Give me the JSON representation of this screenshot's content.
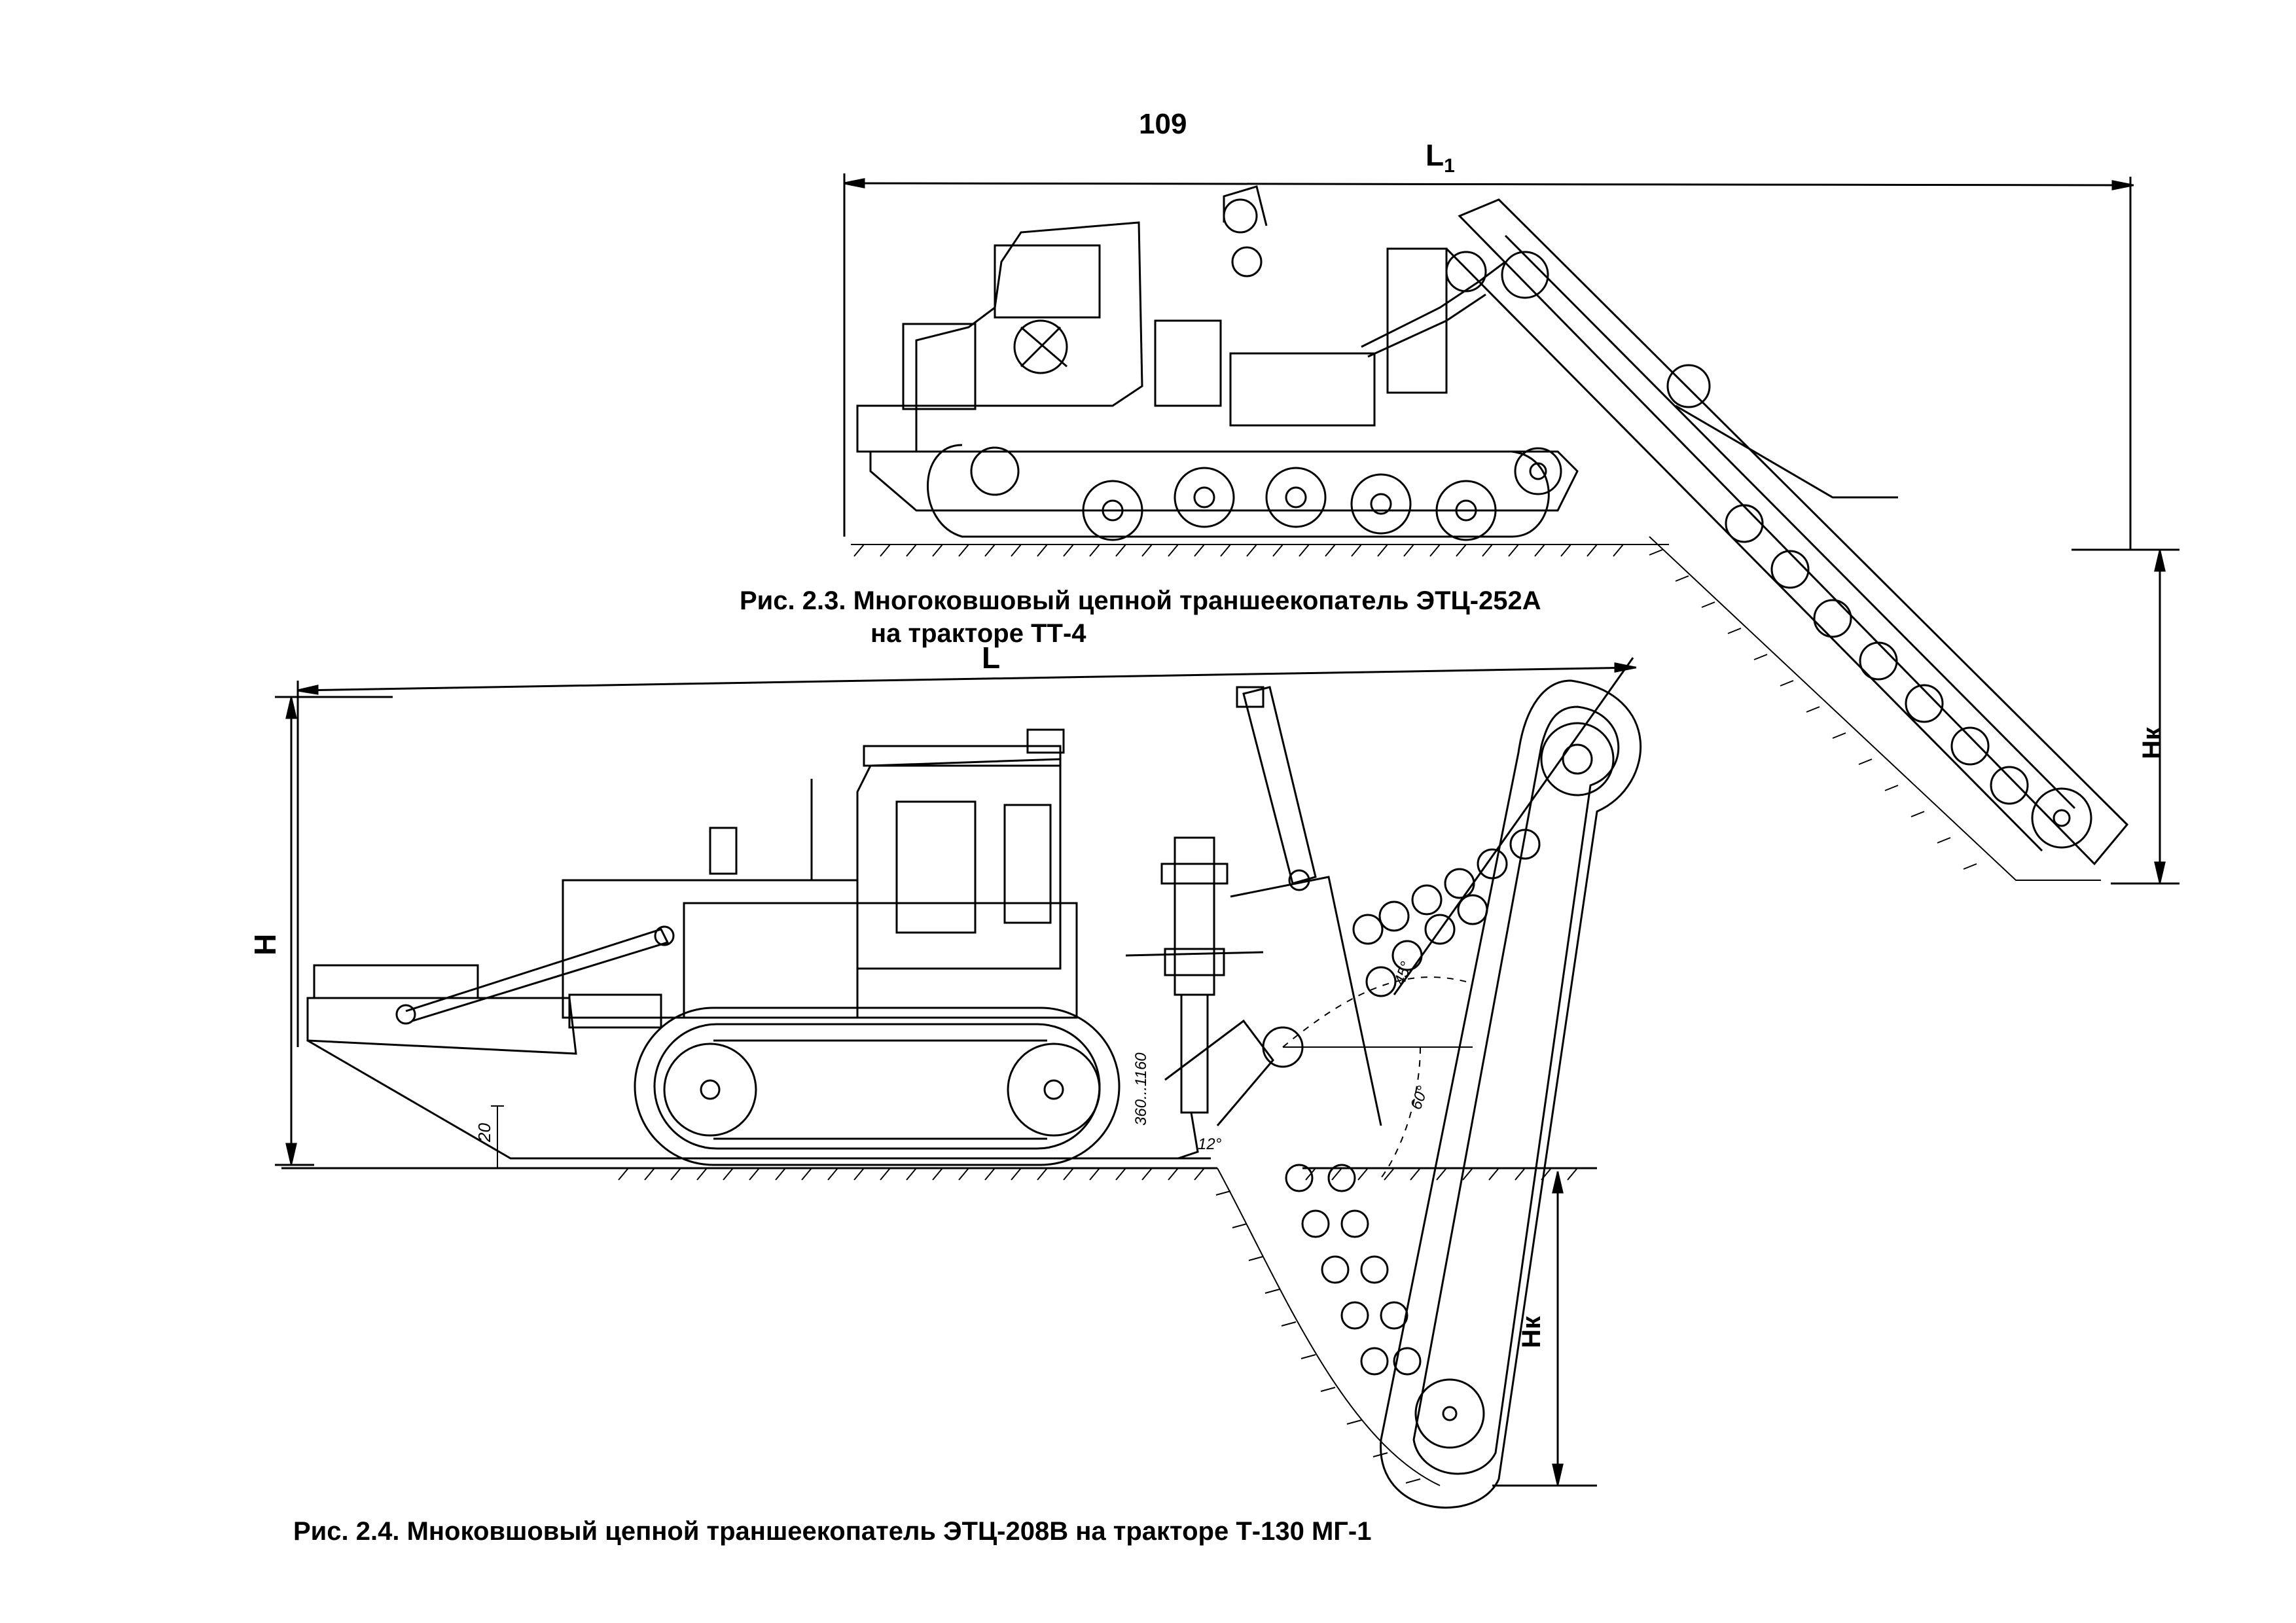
{
  "page": {
    "number": "109"
  },
  "figure_1": {
    "caption_line1": "Рис. 2.3. Многоковшовый цепной траншеекопатель ЭТЦ-252А",
    "caption_line2": "на тракторе ТТ-4",
    "dim_length": "L",
    "dim_length_sub": "1",
    "dim_depth": "Нк"
  },
  "figure_2": {
    "caption": "Рис. 2.4. Мноковшовый цепной траншеекопатель ЭТЦ-208В на тракторе  Т-130 МГ-1",
    "dim_length": "L",
    "dim_height": "Н",
    "dim_depth": "Нк",
    "dim_ground_clearance": "20",
    "dim_range": "360...1160",
    "angle_12": "12°",
    "angle_45": "45°",
    "angle_60": "60°"
  }
}
